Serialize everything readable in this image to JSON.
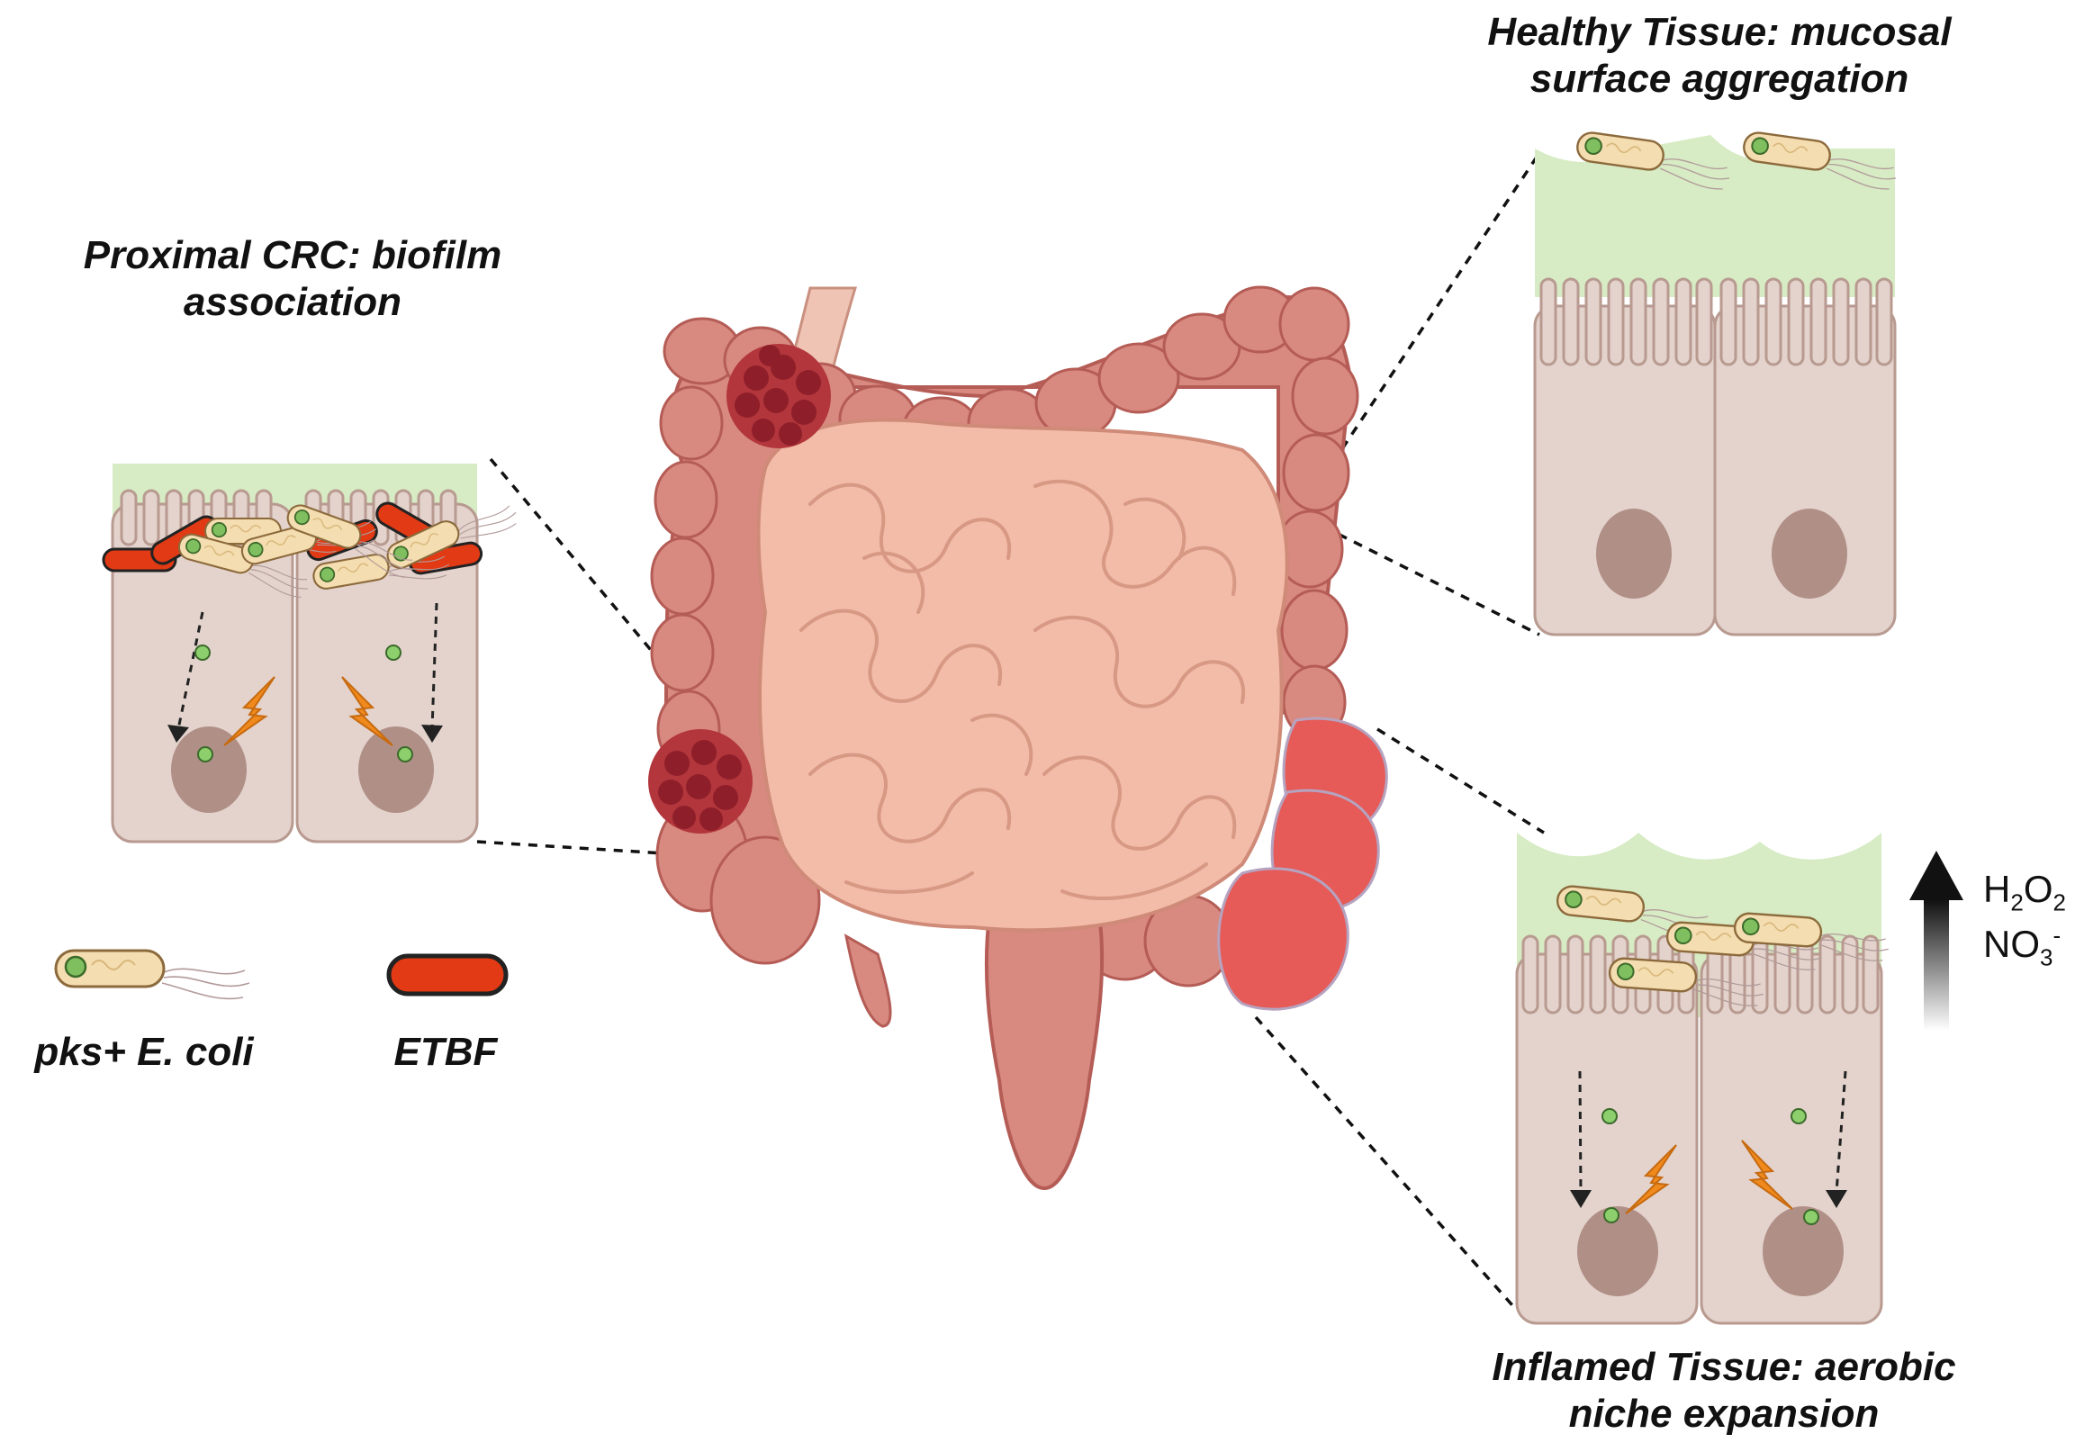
{
  "captions": {
    "healthy": {
      "line1": "Healthy Tissue: mucosal",
      "line2": "surface aggregation"
    },
    "proximal": {
      "line1": "Proximal CRC: biofilm",
      "line2": "association"
    },
    "inflamed": {
      "line1": "Inflamed Tissue: aerobic",
      "line2": "niche expansion"
    }
  },
  "legend": {
    "ecoli_label": "pks+ E. coli",
    "etbf_label": "ETBF"
  },
  "chemicals": {
    "h2o2": {
      "h1": "H",
      "s1": "2",
      "o": "O",
      "s2": "2"
    },
    "no3": {
      "n": "NO",
      "s": "3",
      "charge": "-"
    }
  },
  "colors": {
    "mucus": "#d7ebc4",
    "cell": "#e3d3cc",
    "cell_border": "#b89a90",
    "nucleus": "#b08f87",
    "colon": "#d88a80",
    "small_intestine": "#f3bca8",
    "tumor": "#b2363c",
    "inflamed_colon": "#e65a58",
    "etbf": "#e13a14",
    "ecoli": "#f4ddb0",
    "colibactin": "#8ccf6c",
    "damage_bolt": "#f08a1c"
  }
}
